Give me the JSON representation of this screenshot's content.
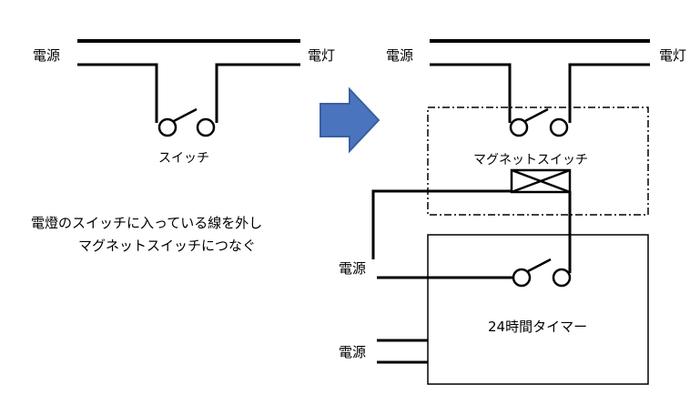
{
  "left": {
    "power_label": "電源",
    "lamp_label": "電灯",
    "switch_label": "スイッチ",
    "instruction_line1": "電燈のスイッチに入っている線を外し",
    "instruction_line2": "マグネットスイッチにつなぐ"
  },
  "right": {
    "power_label": "電源",
    "lamp_label": "電灯",
    "magnet_switch_label": "マグネットスイッチ",
    "timer_power_label_1": "電源",
    "timer_power_label_2": "電源",
    "timer_label": "24時間タイマー"
  },
  "colors": {
    "arrow": "#4a74be",
    "arrow_stroke": "#3a5f9e",
    "line": "#000000"
  }
}
